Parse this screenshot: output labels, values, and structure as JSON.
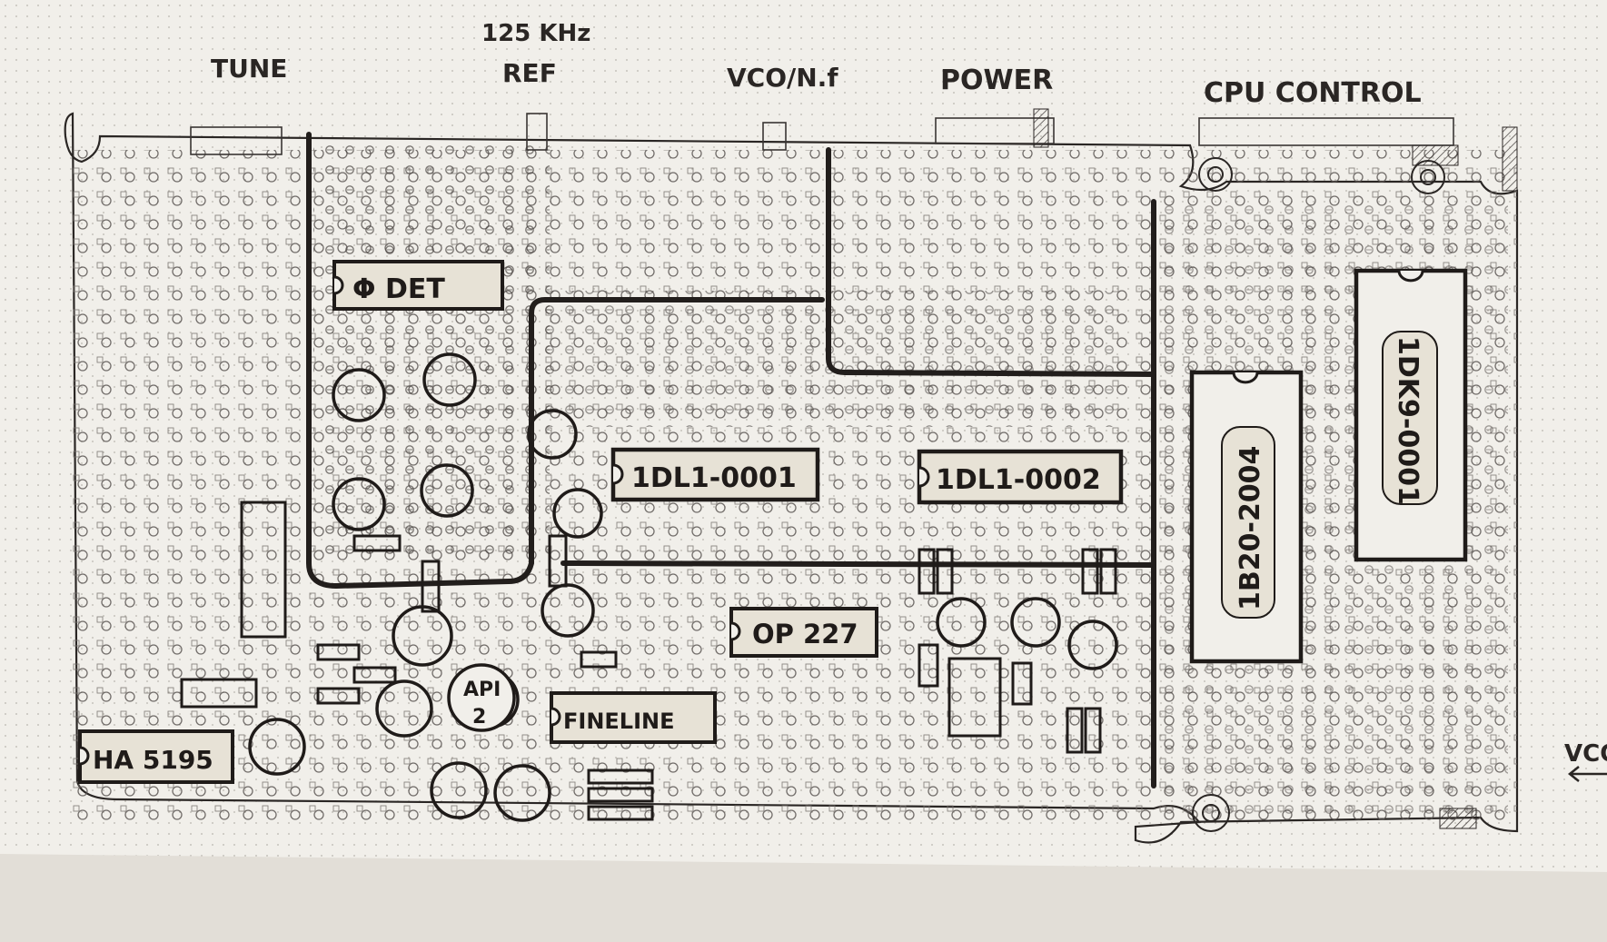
{
  "top_labels": {
    "tune": "TUNE",
    "ref_line1": "125 KHz",
    "ref_line2": "REF",
    "vco_nf": "VCO/N.f",
    "power": "POWER",
    "cpu_control": "CPU CONTROL"
  },
  "side_label": {
    "vco": "VCO"
  },
  "chips": {
    "phase_det": "Φ DET",
    "dl1_0001": "1DL1-0001",
    "dl1_0002": "1DL1-0002",
    "op227": "OP 227",
    "fineline": "FINELINE",
    "ha5195": "HA 5195",
    "api": "API",
    "api_sub": "2",
    "b820_2004": "1B20-2004",
    "dk9_0001": "1DK9-0001"
  },
  "colors": {
    "paper": "#f1efea",
    "ink": "#2a2624",
    "grid_dot": "#b9b5ad",
    "chip_fill": "#e7e2d6",
    "background": "#d9d5ce"
  }
}
